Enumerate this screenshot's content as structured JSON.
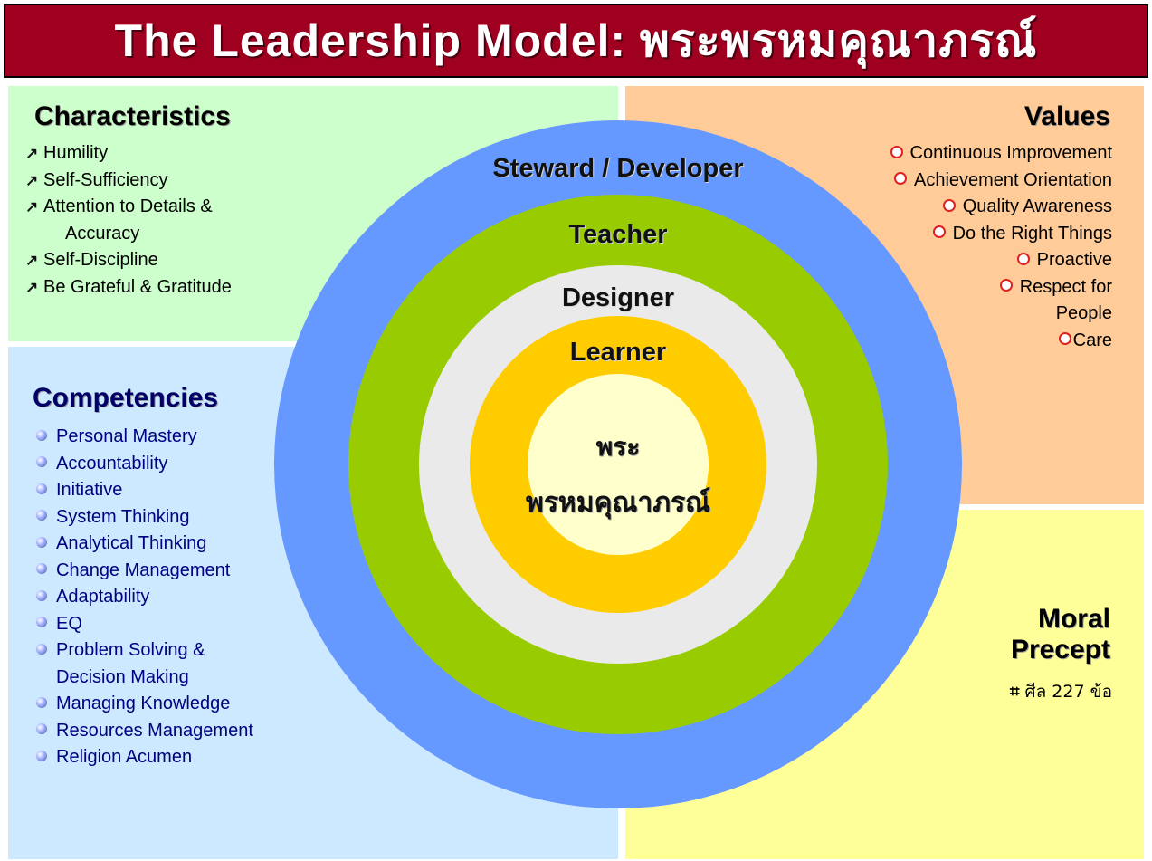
{
  "title": "The Leadership Model: พระพรหมคุณาภรณ์",
  "characteristics": {
    "heading": "Characteristics",
    "items": [
      "Humility",
      "Self-Sufficiency",
      "Attention to Details &",
      "Accuracy",
      "Self-Discipline",
      "Be Grateful & Gratitude"
    ]
  },
  "competencies": {
    "heading": "Competencies",
    "items": [
      "Personal Mastery",
      "Accountability",
      "Initiative",
      "System Thinking",
      "Analytical Thinking",
      "Change Management",
      "Adaptability",
      "EQ",
      "Problem Solving &",
      "Decision Making",
      "Managing Knowledge",
      "Resources Management",
      "Religion Acumen"
    ]
  },
  "values": {
    "heading": "Values",
    "items": [
      "Continuous Improvement",
      "Achievement Orientation",
      "Quality Awareness",
      "Do the Right Things",
      "Proactive",
      "Respect for",
      "People",
      "Care"
    ]
  },
  "moral": {
    "heading_line1": "Moral",
    "heading_line2": "Precept",
    "item": "ศีล 227 ข้อ",
    "bullet": "⌗"
  },
  "rings": {
    "outer": "Steward / Developer",
    "second": "Teacher",
    "third": "Designer",
    "fourth": "Learner",
    "center_line1": "พระ",
    "center_line2": "พรหมคุณาภรณ์"
  },
  "colors": {
    "title_bg": "#a00020",
    "characteristics_bg": "#ccffcc",
    "competencies_bg": "#cce9ff",
    "values_bg": "#ffcc99",
    "moral_bg": "#ffff99",
    "ring_outer": "#6699ff",
    "ring_second": "#99cc00",
    "ring_third": "#eaeaea",
    "ring_fourth": "#ffcc00",
    "ring_center": "#ffffcc",
    "characteristics_heading": "#000000",
    "competencies_heading": "#000066",
    "competencies_text": "#000080"
  }
}
